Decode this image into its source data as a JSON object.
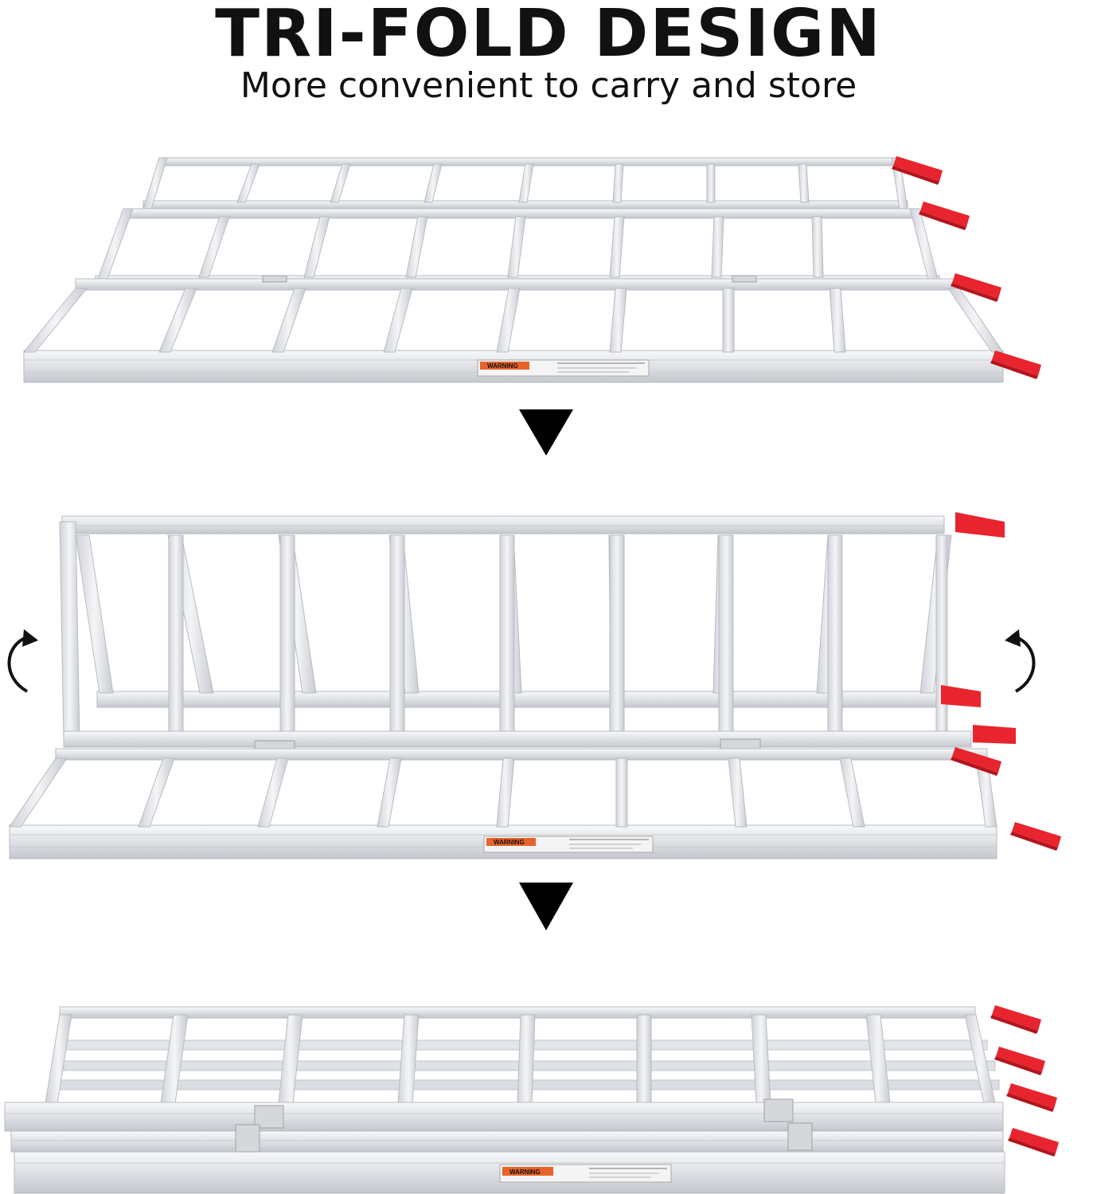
{
  "header": {
    "title": "TRI-FOLD DESIGN",
    "subtitle": "More convenient to carry and store"
  },
  "warning_label": {
    "text": "WARNING"
  },
  "colors": {
    "aluminum": "#e8e9ec",
    "aluminum_dark": "#b8bbc2",
    "handle_red": "#e8242e",
    "arrow": "#000000",
    "warning_orange": "#e8632a"
  },
  "icons": {
    "step_arrow": "down-triangle-icon",
    "fold_left": "rotate-counterclockwise-icon",
    "fold_right": "rotate-clockwise-icon"
  }
}
